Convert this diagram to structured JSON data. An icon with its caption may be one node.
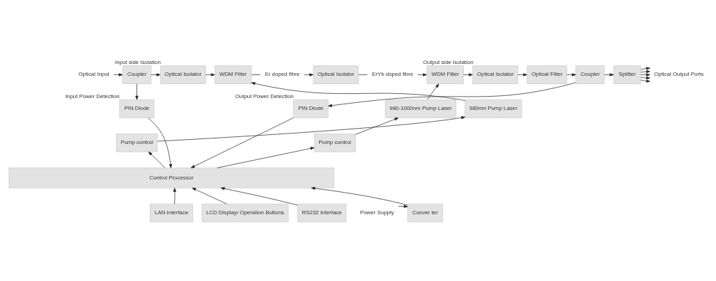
{
  "diagram": {
    "nodes": [
      {
        "text": [
          "Optical Input"
        ]
      },
      {
        "text": [
          "Coupler"
        ]
      },
      {
        "text": [
          "Optical Isolator"
        ],
        "beside": [
          "Input side Isolation"
        ]
      },
      {
        "text": [
          "WDM Filter"
        ]
      },
      {
        "text": [
          "Er doped fibre"
        ]
      },
      {
        "text": [
          "Optical Isolator"
        ]
      },
      {
        "text": [
          "ErYb doped fibre"
        ]
      },
      {
        "text": [
          "WDM Filter"
        ]
      },
      {
        "text": [
          "Optical Isolator"
        ],
        "beside": [
          "Output side Isolation"
        ]
      },
      {
        "text": [
          "Optical Filter"
        ]
      },
      {
        "text": [
          "Coupler"
        ]
      },
      {
        "text": [
          "Splitter"
        ]
      },
      {
        "text": [
          "Optical Output Ports"
        ]
      },
      {
        "text": [
          "PIN Diode"
        ],
        "beside": [
          "Input Power Detection"
        ]
      },
      {
        "text": [
          "980nm Pump Laser"
        ]
      },
      {
        "text": [
          "Pump control"
        ]
      },
      {
        "text": [
          "980-1000nm Pump Laser"
        ]
      },
      {
        "text": [
          "Pump control"
        ]
      },
      {
        "text": [
          "PIN Diode"
        ],
        "beside": [
          "Output Power Detection"
        ]
      },
      {
        "text": [
          "Control Processor"
        ]
      },
      {
        "text": [
          "LAN Interface"
        ]
      },
      {
        "text": [
          "LCD Display/ Operation Buttons"
        ]
      },
      {
        "text": [
          "RS232 Interface"
        ]
      },
      {
        "text": [
          "Conver ter"
        ]
      },
      {
        "text": [
          "Power Supply"
        ]
      }
    ],
    "edges": [
      {
        "from": 0,
        "to": 1,
        "arrow": "to"
      },
      {
        "from": 1,
        "to": 2,
        "arrow": "to"
      },
      {
        "from": 2,
        "to": 3,
        "arrow": "to"
      },
      {
        "from": 3,
        "to": 4,
        "arrow": "none"
      },
      {
        "from": 4,
        "to": 5,
        "arrow": "to"
      },
      {
        "from": 5,
        "to": 6,
        "arrow": "none"
      },
      {
        "from": 6,
        "to": 7,
        "arrow": "to"
      },
      {
        "from": 7,
        "to": 8,
        "arrow": "to"
      },
      {
        "from": 8,
        "to": 9,
        "arrow": "to"
      },
      {
        "from": 9,
        "to": 10,
        "arrow": "to"
      },
      {
        "from": 10,
        "to": 11,
        "arrow": "to"
      },
      {
        "from": 11,
        "to": 12,
        "arrow": "to"
      },
      {
        "from": 11,
        "to": 12,
        "arrow": "to"
      },
      {
        "from": 11,
        "to": 12,
        "arrow": "to"
      },
      {
        "from": 11,
        "to": 12,
        "arrow": "to"
      },
      {
        "from": 11,
        "to": 12,
        "arrow": "to"
      },
      {
        "from": 1,
        "to": 13,
        "arrow": "to"
      },
      {
        "from": 13,
        "to": 19,
        "arrow": "to"
      },
      {
        "from": 14,
        "to": 3,
        "arrow": "to"
      },
      {
        "from": 15,
        "to": 14,
        "arrow": "to"
      },
      {
        "from": 19,
        "to": 15,
        "arrow": "to"
      },
      {
        "from": 16,
        "to": 7,
        "arrow": "to"
      },
      {
        "from": 17,
        "to": 16,
        "arrow": "to"
      },
      {
        "from": 19,
        "to": 17,
        "arrow": "to"
      },
      {
        "from": 10,
        "to": 18,
        "arrow": "to"
      },
      {
        "from": 18,
        "to": 19,
        "arrow": "to"
      },
      {
        "from": 20,
        "to": 19,
        "arrow": "to"
      },
      {
        "from": 21,
        "to": 19,
        "arrow": "to"
      },
      {
        "from": 22,
        "to": 19,
        "arrow": "to"
      },
      {
        "from": 23,
        "to": 19,
        "arrow": "to"
      },
      {
        "from": 24,
        "to": 23,
        "arrow": "to"
      }
    ]
  }
}
